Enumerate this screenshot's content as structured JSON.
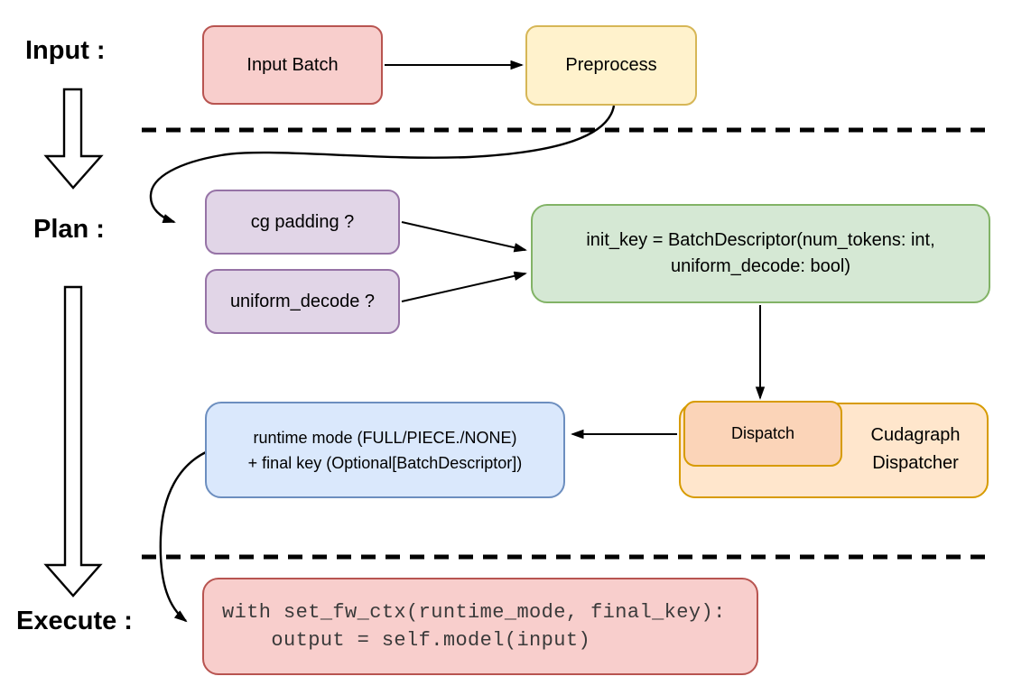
{
  "section_labels": {
    "input": "Input :",
    "plan": "Plan :",
    "execute": "Execute :"
  },
  "nodes": {
    "input_batch": {
      "label": "Input Batch",
      "fill": "#f8cecc",
      "border": "#b85450"
    },
    "preprocess": {
      "label": "Preprocess",
      "fill": "#fff2cc",
      "border": "#d6b656"
    },
    "cg_padding": {
      "label": "cg padding ?",
      "fill": "#e1d5e7",
      "border": "#9673a6"
    },
    "uniform_decode": {
      "label": "uniform_decode ?",
      "fill": "#e1d5e7",
      "border": "#9673a6"
    },
    "init_key": {
      "line1": "init_key = BatchDescriptor(num_tokens: int,",
      "line2": "uniform_decode: bool)",
      "fill": "#d5e8d4",
      "border": "#82b366"
    },
    "dispatch": {
      "label": "Dispatch",
      "fill": "#fbd4b8",
      "border": "#d79b00"
    },
    "cudagraph_dispatcher": {
      "line1": "Cudagraph",
      "line2": "Dispatcher",
      "fill": "#ffe6cc",
      "border": "#d79b00"
    },
    "runtime_mode_final_key": {
      "line1": "runtime mode (FULL/PIECE./NONE)",
      "line2": "+ final key (Optional[BatchDescriptor])",
      "fill": "#dae8fc",
      "border": "#6c8ebf"
    },
    "execute_code": {
      "line1": "with set_fw_ctx(runtime_mode, final_key):",
      "line2": "    output = self.model(input)",
      "fill": "#f8cecc",
      "border": "#b85450"
    }
  },
  "connector_color": "#000000"
}
